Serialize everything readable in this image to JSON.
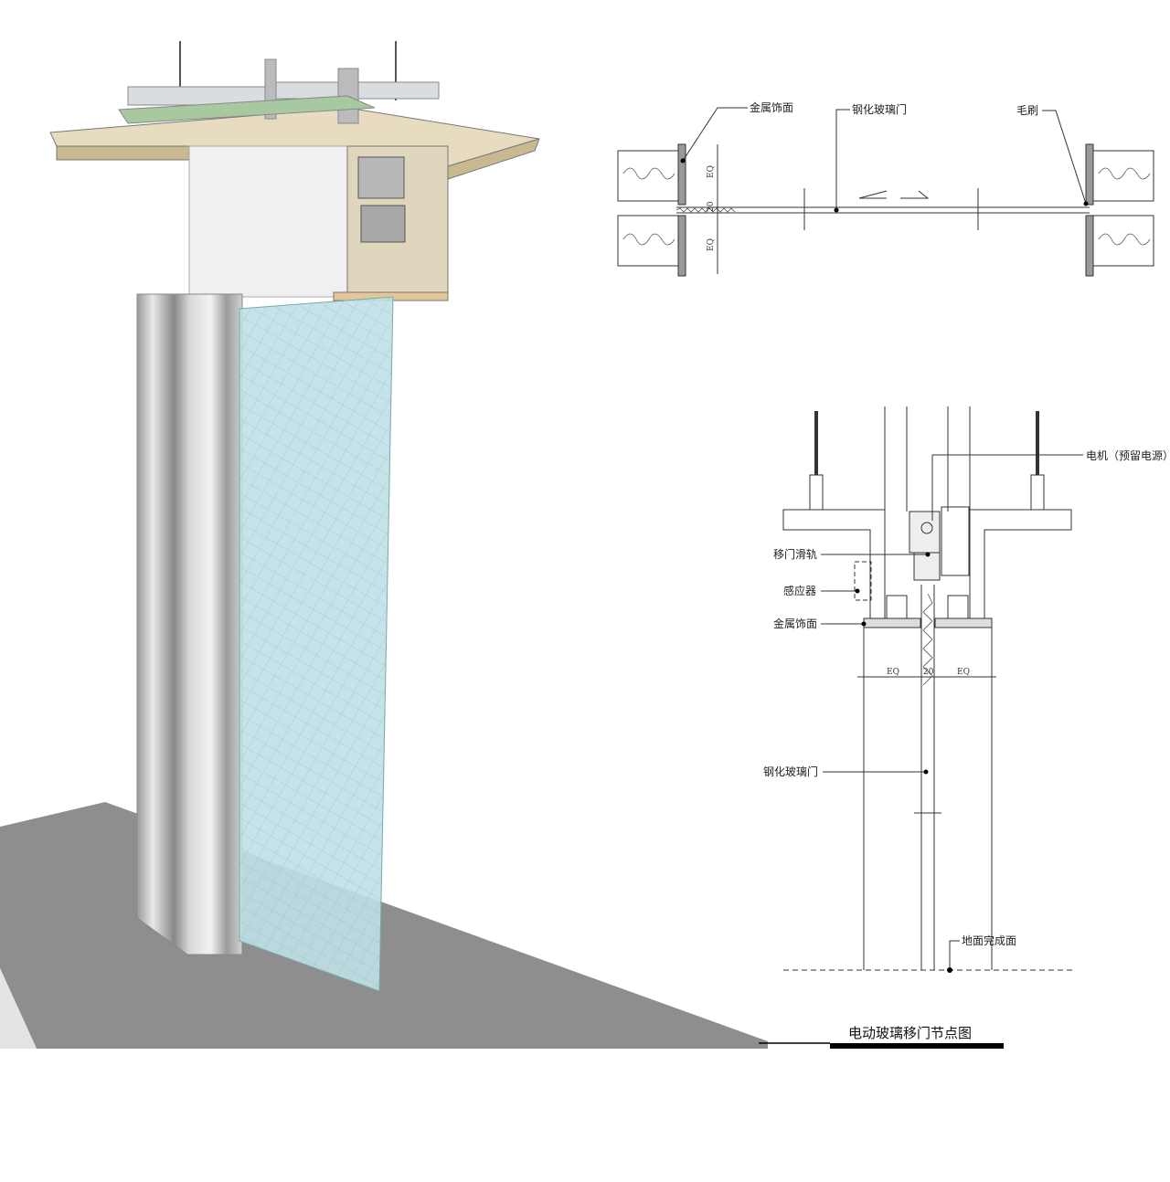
{
  "plan_view": {
    "labels": {
      "metal_finish": "金属饰面",
      "tempered_glass_door": "钢化玻璃门",
      "brush": "毛刷"
    },
    "dimensions": [
      "EQ",
      "20",
      "EQ"
    ]
  },
  "section_view": {
    "labels": {
      "motor": "电机（预留电源）",
      "sliding_track": "移门滑轨",
      "sensor": "感应器",
      "metal_finish": "金属饰面",
      "tempered_glass_door": "钢化玻璃门",
      "finished_floor": "地面完成面"
    },
    "dimensions": [
      "EQ",
      "20",
      "EQ"
    ]
  },
  "title": "电动玻璃移门节点图",
  "colors": {
    "glass": "#bfe0e6",
    "floor": "#8e8e8e",
    "slab": "#e8dcc0",
    "column": "#c8c8c8"
  }
}
